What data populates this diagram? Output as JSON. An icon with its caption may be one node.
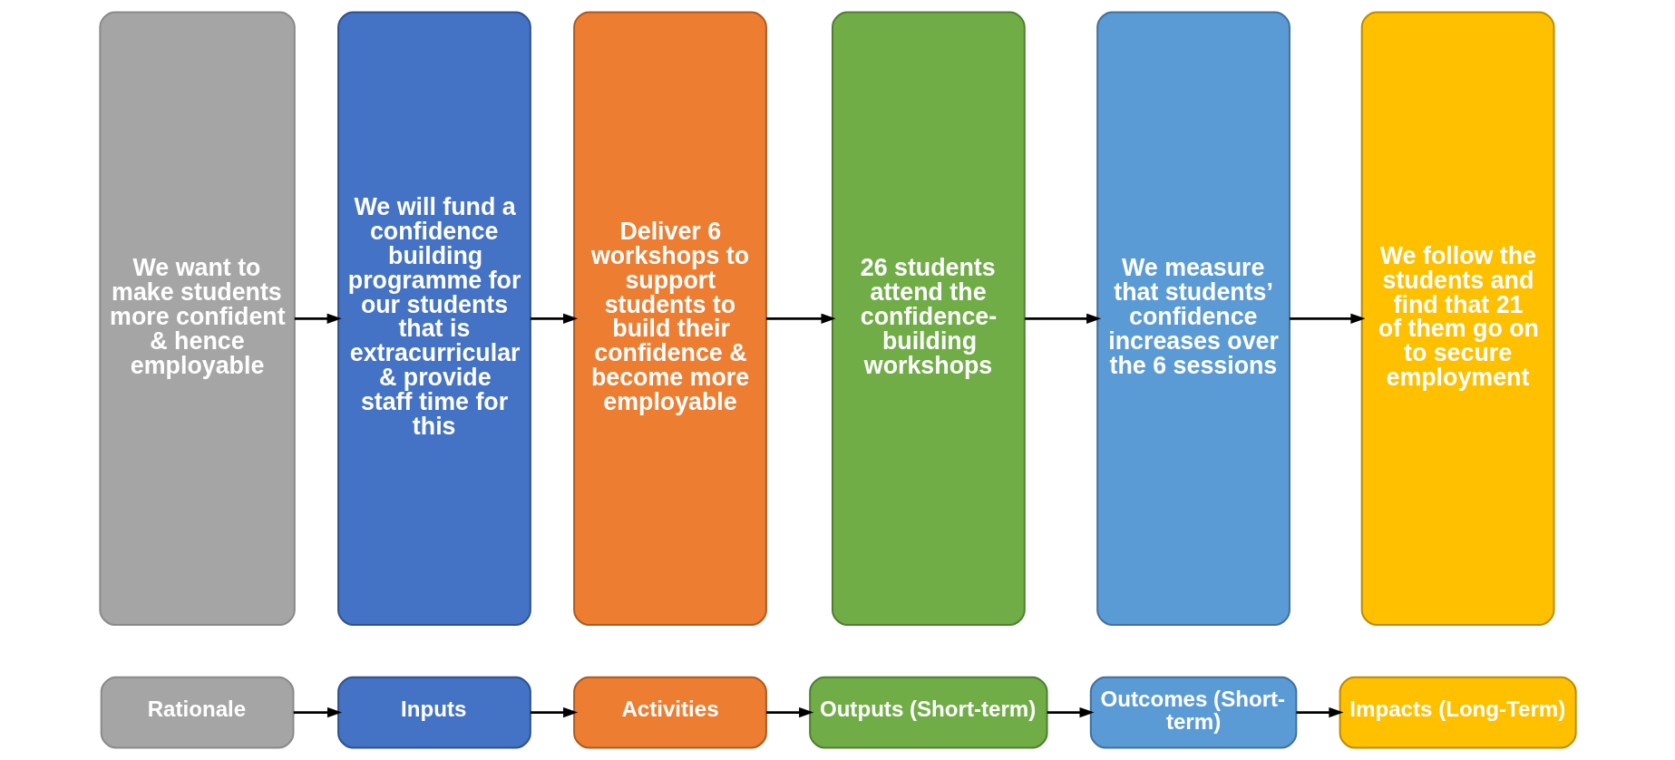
{
  "diagram": {
    "nodes": [
      {
        "text": [
          "Rationale"
        ]
      },
      {
        "text": [
          "Inputs"
        ]
      },
      {
        "text": [
          "Activities"
        ]
      },
      {
        "text": [
          "Outputs (Short-term)"
        ]
      },
      {
        "text": [
          "Outcomes (Short-term)"
        ]
      },
      {
        "text": [
          "Impacts (Long-Term)"
        ]
      },
      {
        "text": [
          "We want to make students more confident & hence employable"
        ]
      },
      {
        "text": [
          "We will fund a confidence building programme for our students that is extracurricular & provide staff time for this"
        ]
      },
      {
        "text": [
          "Deliver 6 workshops to support students to build their confidence & become more employable"
        ]
      },
      {
        "text": [
          "26 students attend the confidence-building workshops"
        ]
      },
      {
        "text": [
          "We measure that students’ confidence increases over the 6 sessions"
        ]
      },
      {
        "text": [
          "We follow the students and find that 21 of them go on to secure employment"
        ]
      }
    ],
    "edges": [
      {
        "from": 0,
        "to": 1,
        "arrow": "to"
      },
      {
        "from": 1,
        "to": 2,
        "arrow": "to"
      },
      {
        "from": 2,
        "to": 3,
        "arrow": "to"
      },
      {
        "from": 3,
        "to": 4,
        "arrow": "to"
      },
      {
        "from": 4,
        "to": 5,
        "arrow": "to"
      },
      {
        "from": 6,
        "to": 7,
        "arrow": "to"
      },
      {
        "from": 7,
        "to": 8,
        "arrow": "to"
      },
      {
        "from": 8,
        "to": 9,
        "arrow": "to"
      },
      {
        "from": 9,
        "to": 10,
        "arrow": "to"
      },
      {
        "from": 10,
        "to": 11,
        "arrow": "to"
      }
    ]
  }
}
